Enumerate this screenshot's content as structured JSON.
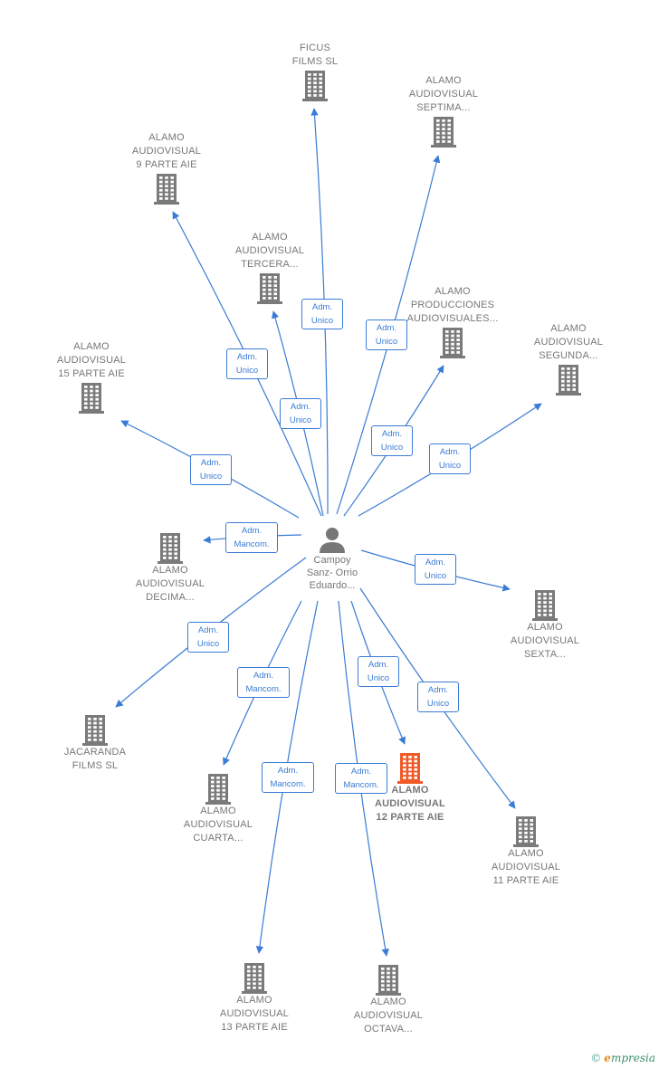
{
  "colors": {
    "edge": "#3a7bd5",
    "building": "#7a7a7a",
    "highlight": "#f05a28",
    "text": "#777777"
  },
  "center": {
    "label": "Campoy\nSanz- Orrio\nEduardo...",
    "icon": "person-icon"
  },
  "companies": [
    {
      "id": "ficus",
      "label": "FICUS\nFILMS  SL"
    },
    {
      "id": "septima",
      "label": "ALAMO\nAUDIOVISUAL\nSEPTIMA..."
    },
    {
      "id": "p9",
      "label": "ALAMO\nAUDIOVISUAL\n9 PARTE AIE"
    },
    {
      "id": "tercera",
      "label": "ALAMO\nAUDIOVISUAL\nTERCERA..."
    },
    {
      "id": "producciones",
      "label": "ALAMO\nPRODUCCIONES\nAUDIOVISUALES..."
    },
    {
      "id": "segunda",
      "label": "ALAMO\nAUDIOVISUAL\nSEGUNDA..."
    },
    {
      "id": "p15",
      "label": "ALAMO\nAUDIOVISUAL\n15 PARTE AIE"
    },
    {
      "id": "decima",
      "label": "ALAMO\nAUDIOVISUAL\nDECIMA..."
    },
    {
      "id": "sexta",
      "label": "ALAMO\nAUDIOVISUAL\nSEXTA..."
    },
    {
      "id": "jacaranda",
      "label": "JACARANDA\nFILMS  SL"
    },
    {
      "id": "cuarta",
      "label": "ALAMO\nAUDIOVISUAL\nCUARTA..."
    },
    {
      "id": "p12",
      "label": "ALAMO\nAUDIOVISUAL\n12 PARTE AIE",
      "highlight": true
    },
    {
      "id": "p11",
      "label": "ALAMO\nAUDIOVISUAL\n11 PARTE AIE"
    },
    {
      "id": "p13",
      "label": "ALAMO\nAUDIOVISUAL\n13 PARTE AIE"
    },
    {
      "id": "octava",
      "label": "ALAMO\nAUDIOVISUAL\nOCTAVA..."
    }
  ],
  "edges": [
    {
      "to": "ficus",
      "label": "Adm.\nUnico"
    },
    {
      "to": "septima",
      "label": "Adm.\nUnico"
    },
    {
      "to": "p9",
      "label": "Adm.\nUnico"
    },
    {
      "to": "tercera",
      "label": "Adm.\nUnico"
    },
    {
      "to": "producciones",
      "label": "Adm.\nUnico"
    },
    {
      "to": "segunda",
      "label": "Adm.\nUnico"
    },
    {
      "to": "p15",
      "label": "Adm.\nUnico"
    },
    {
      "to": "decima",
      "label": "Adm.\nMancom."
    },
    {
      "to": "sexta",
      "label": "Adm.\nUnico"
    },
    {
      "to": "jacaranda",
      "label": "Adm.\nUnico"
    },
    {
      "to": "cuarta",
      "label": "Adm.\nMancom."
    },
    {
      "to": "p12",
      "label": "Adm.\nUnico"
    },
    {
      "to": "p11",
      "label": "Adm.\nUnico"
    },
    {
      "to": "p13",
      "label": "Adm.\nMancom."
    },
    {
      "to": "octava",
      "label": "Adm.\nMancom."
    }
  ],
  "brand": {
    "copyright": "©",
    "name_e": "e",
    "name_rest": "mpresia"
  }
}
